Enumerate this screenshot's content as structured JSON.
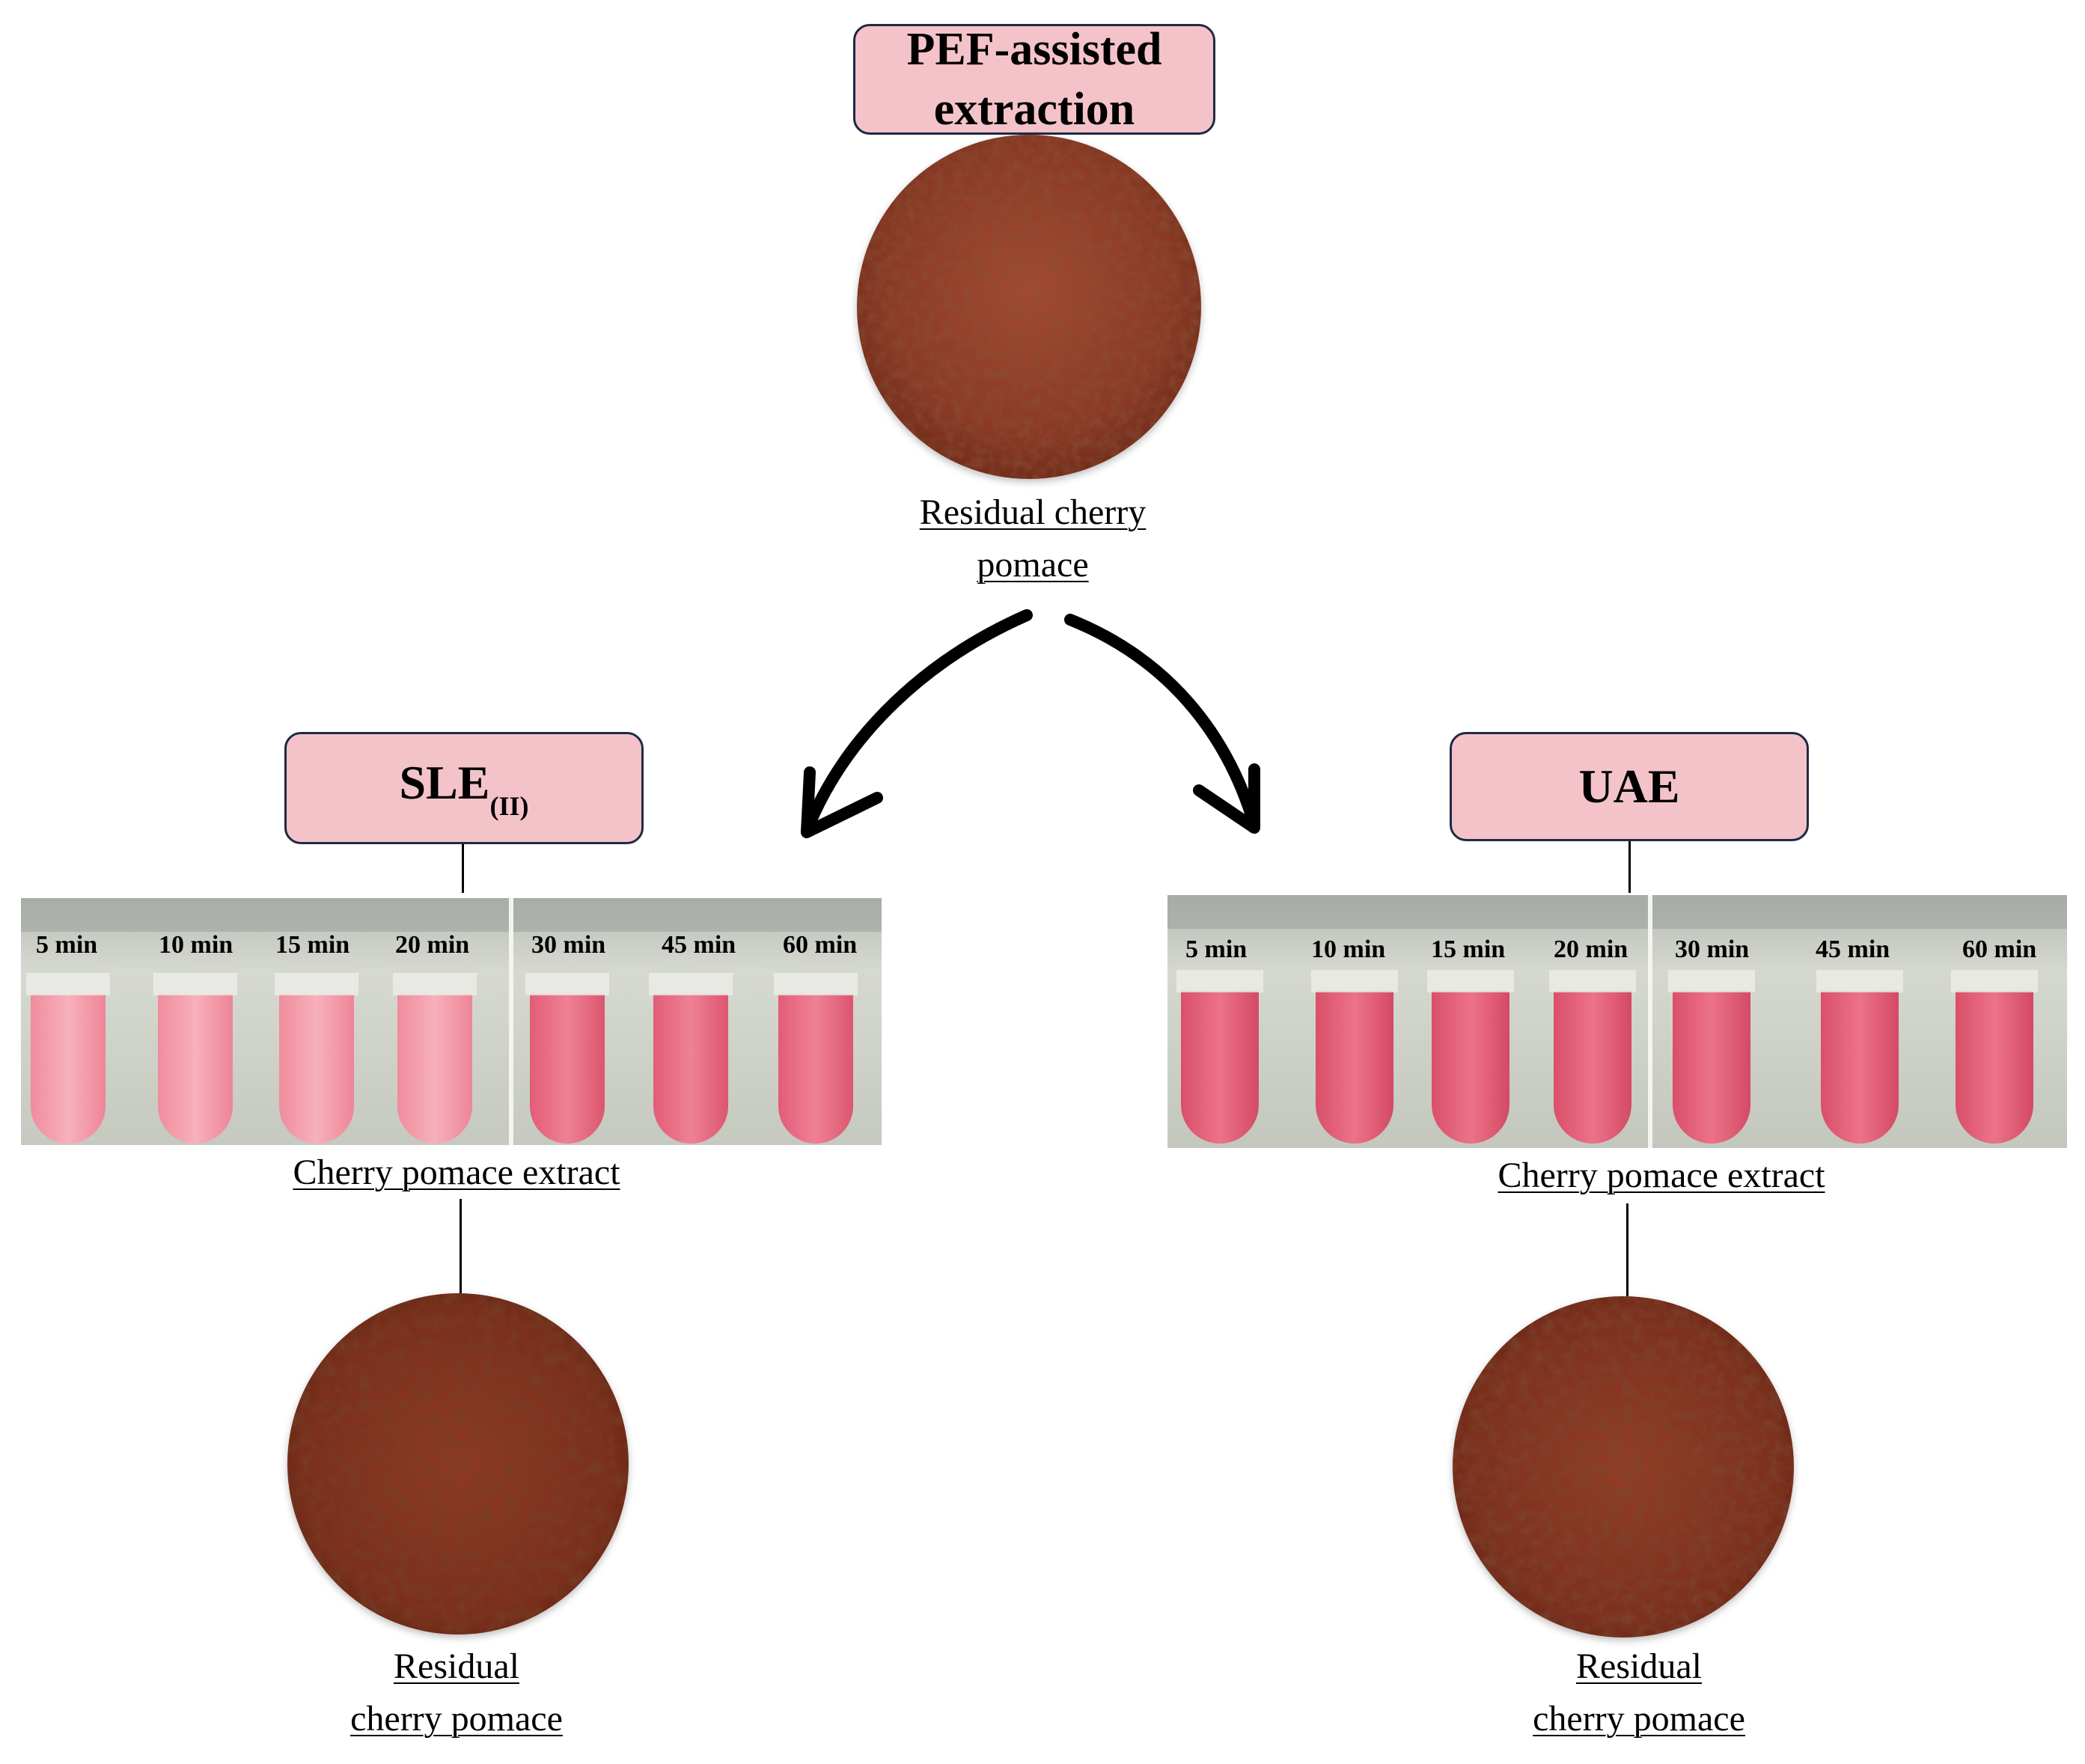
{
  "top": {
    "box_title": "PEF-assisted extraction",
    "caption_line1": "Residual cherry",
    "caption_line2": "pomace"
  },
  "left": {
    "box_title_main": "SLE",
    "box_title_sub": "(II)",
    "times": [
      "5 min",
      "10 min",
      "15 min",
      "20 min",
      "30 min",
      "45 min",
      "60 min"
    ],
    "extract_caption": "Cherry pomace extract",
    "residual_line1": "Residual",
    "residual_line2": "cherry pomace"
  },
  "right": {
    "box_title": "UAE",
    "times": [
      "5 min",
      "10 min",
      "15 min",
      "20 min",
      "30 min",
      "45 min",
      "60 min"
    ],
    "extract_caption": "Cherry pomace extract",
    "residual_line1": "Residual",
    "residual_line2": "cherry pomace"
  },
  "colors": {
    "box_fill": "#f4c3ca",
    "box_border": "#1f2a44",
    "pomace": "#8a3a24",
    "extract_light": "#f29aa8",
    "extract_dark": "#e0566f"
  }
}
